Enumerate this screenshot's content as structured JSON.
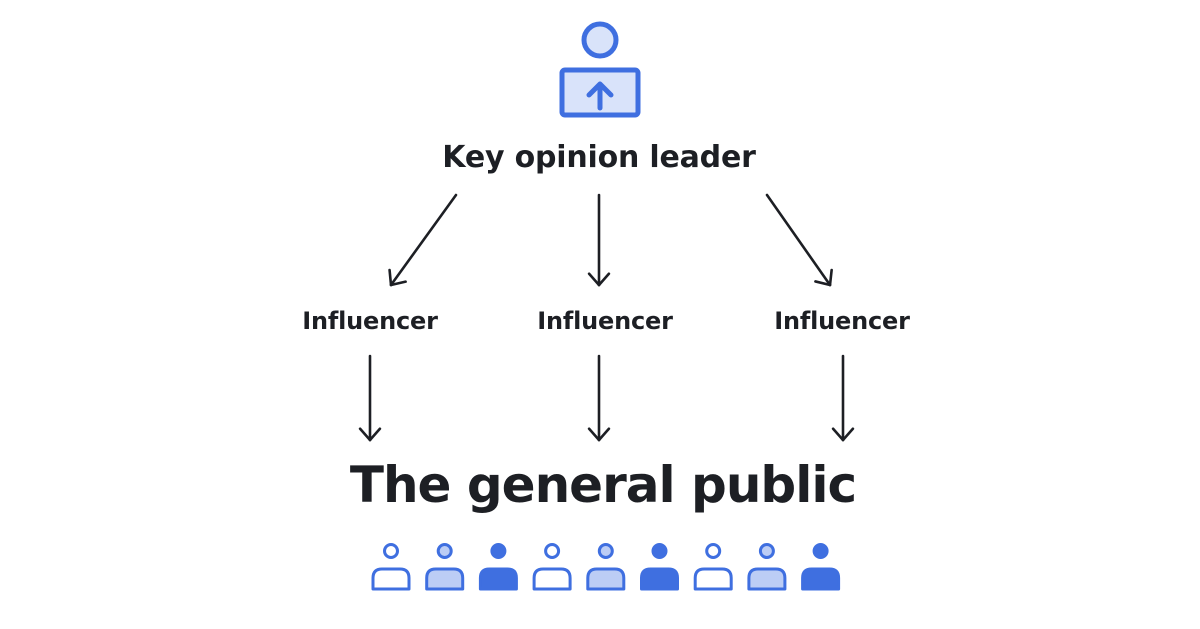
{
  "diagram": {
    "top": {
      "label": "Key opinion leader",
      "icon": "person-upload-icon"
    },
    "middle": [
      {
        "label": "Influencer"
      },
      {
        "label": "Influencer"
      },
      {
        "label": "Influencer"
      }
    ],
    "bottom": {
      "label": "The general public"
    },
    "crowd": [
      {
        "icon": "person-icon",
        "style": "outline"
      },
      {
        "icon": "person-icon",
        "style": "light"
      },
      {
        "icon": "person-icon",
        "style": "solid"
      },
      {
        "icon": "person-icon",
        "style": "outline"
      },
      {
        "icon": "person-icon",
        "style": "light"
      },
      {
        "icon": "person-icon",
        "style": "solid"
      },
      {
        "icon": "person-icon",
        "style": "outline"
      },
      {
        "icon": "person-icon",
        "style": "light"
      },
      {
        "icon": "person-icon",
        "style": "solid"
      }
    ]
  },
  "colors": {
    "accent": "#3f6fe0",
    "accent_light": "#bccdf5",
    "accent_pale": "#d9e3fa",
    "text": "#1d1f24",
    "arrow": "#1d1f24",
    "background": "#ffffff"
  }
}
